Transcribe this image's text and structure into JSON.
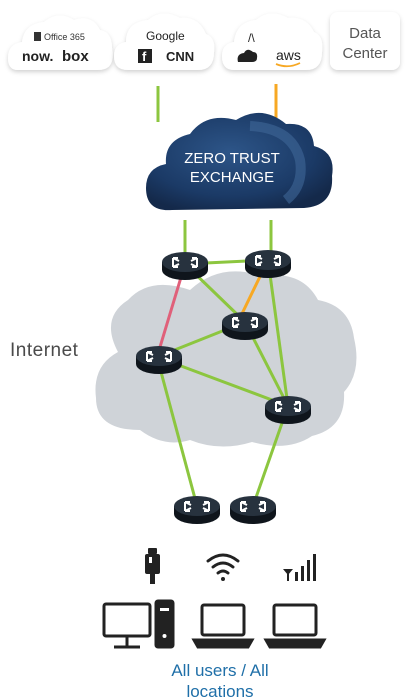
{
  "top_services": [
    {
      "id": "cloud-1",
      "items": [
        "Office 365",
        "now.",
        "box"
      ]
    },
    {
      "id": "cloud-2",
      "items": [
        "Google",
        "f",
        "CNN"
      ]
    },
    {
      "id": "cloud-3",
      "items": [
        "/\\",
        "aws"
      ]
    },
    {
      "id": "data-center",
      "line1": "Data",
      "line2": "Center"
    }
  ],
  "zero_trust": {
    "line1": "ZERO TRUST",
    "line2": "EXCHANGE"
  },
  "internet_label": "Internet",
  "users_label": {
    "line1": "All users / All",
    "line2": "locations"
  },
  "colors": {
    "link_green": "#8cc63f",
    "link_orange": "#f7a823",
    "link_red": "#e0607a",
    "router_fill": "#1e2a36",
    "cloud_gray": "#cfd3d8",
    "zte_navy": "#1b3a66"
  }
}
